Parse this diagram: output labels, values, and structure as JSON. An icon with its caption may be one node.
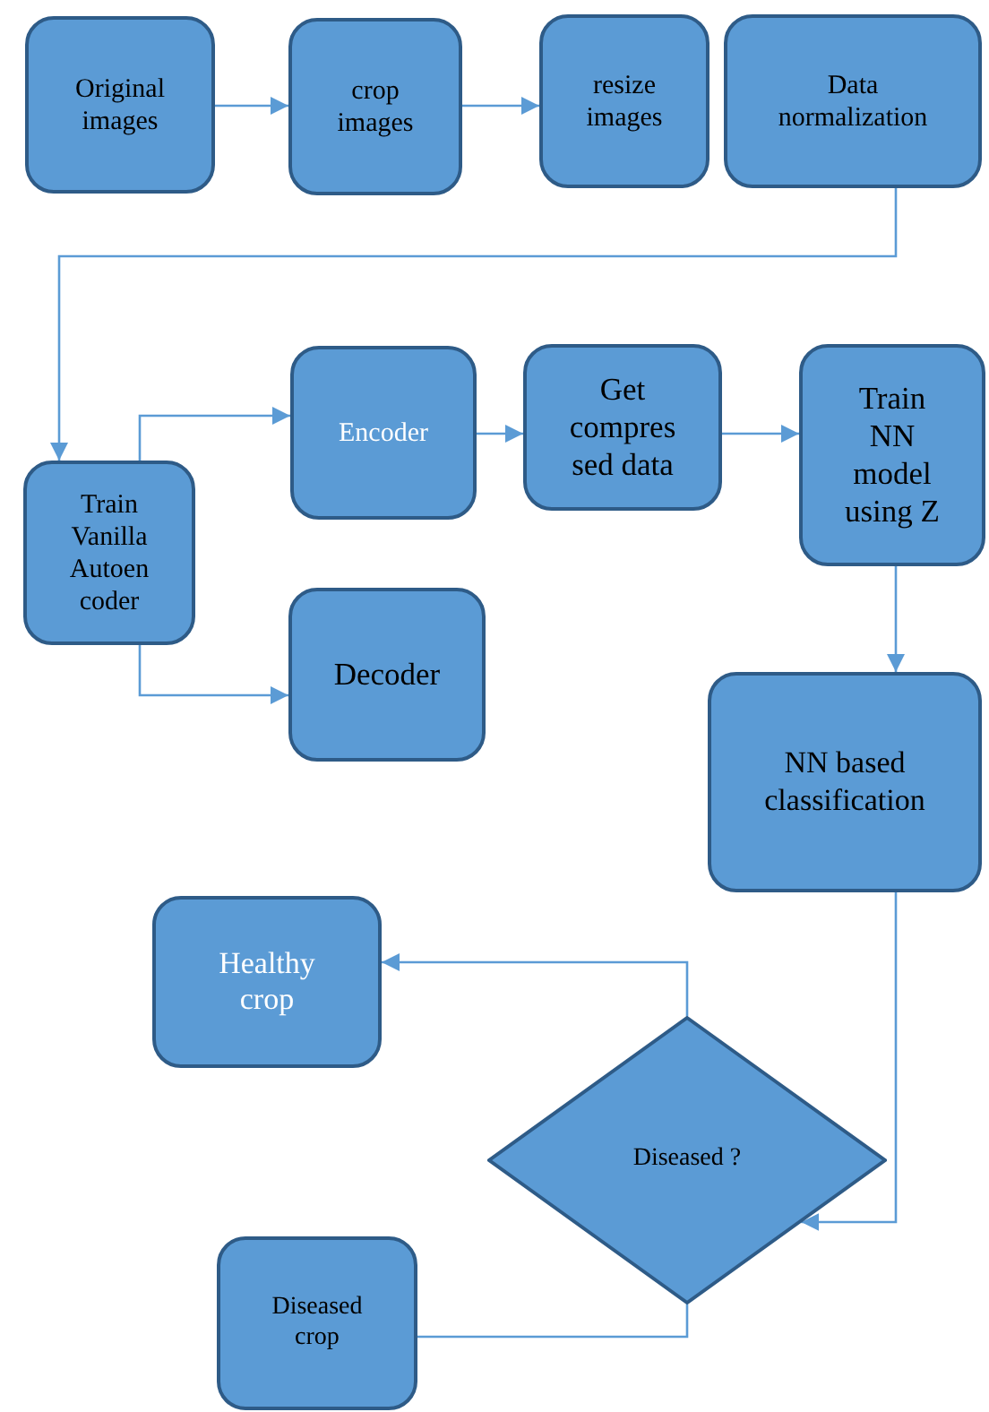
{
  "diagram": {
    "nodes": [
      {
        "text": [
          "Original images"
        ]
      },
      {
        "text": [
          "crop images"
        ]
      },
      {
        "text": [
          "resize images"
        ]
      },
      {
        "text": [
          "Data normalization"
        ]
      },
      {
        "text": [
          "Train Vanilla Autoen coder"
        ]
      },
      {
        "text": [
          "Encoder"
        ]
      },
      {
        "text": [
          "Get compres sed data"
        ]
      },
      {
        "text": [
          "Train NN model using Z"
        ]
      },
      {
        "text": [
          "Decoder"
        ]
      },
      {
        "text": [
          "NN based classification"
        ]
      },
      {
        "text": [
          "Healthy crop"
        ]
      },
      {
        "text": [
          "Diseased ?"
        ]
      },
      {
        "text": [
          "Diseased crop"
        ]
      }
    ],
    "edges": [
      {
        "from": 0,
        "to": 1,
        "arrow": "to"
      },
      {
        "from": 1,
        "to": 2,
        "arrow": "to"
      },
      {
        "from": 3,
        "to": 4,
        "arrow": "to"
      },
      {
        "from": 4,
        "to": 5,
        "arrow": "to"
      },
      {
        "from": 4,
        "to": 8,
        "arrow": "to"
      },
      {
        "from": 5,
        "to": 6,
        "arrow": "to"
      },
      {
        "from": 6,
        "to": 7,
        "arrow": "to"
      },
      {
        "from": 7,
        "to": 9,
        "arrow": "to"
      },
      {
        "from": 9,
        "to": 11,
        "arrow": "to"
      },
      {
        "from": 11,
        "to": 10,
        "arrow": "to"
      },
      {
        "from": 11,
        "to": 12,
        "arrow": "none"
      }
    ]
  }
}
